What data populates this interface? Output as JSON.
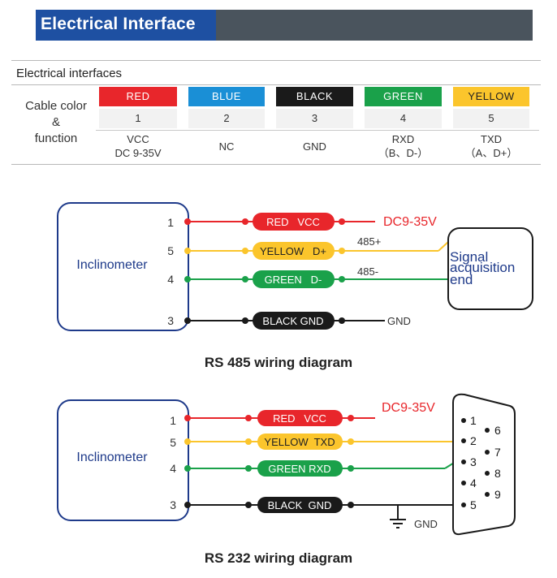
{
  "header": {
    "title": "Electrical Interface"
  },
  "table": {
    "title": "Electrical interfaces",
    "row_header": [
      "Cable color",
      "&",
      "function"
    ],
    "columns": [
      {
        "color_label": "RED",
        "bg": "#e8262b",
        "fg": "#ffffff",
        "number": "1",
        "function_line1": "VCC",
        "function_line2": "DC 9-35V"
      },
      {
        "color_label": "BLUE",
        "bg": "#1a8fd6",
        "fg": "#ffffff",
        "number": "2",
        "function_line1": "NC",
        "function_line2": ""
      },
      {
        "color_label": "BLACK",
        "bg": "#1a1a1a",
        "fg": "#ffffff",
        "number": "3",
        "function_line1": "GND",
        "function_line2": ""
      },
      {
        "color_label": "GREEN",
        "bg": "#1aa14a",
        "fg": "#ffffff",
        "number": "4",
        "function_line1": "RXD",
        "function_line2": "（B、D-）"
      },
      {
        "color_label": "YELLOW",
        "bg": "#fbc52c",
        "fg": "#222222",
        "number": "5",
        "function_line1": "TXD",
        "function_line2": "（A、D+）"
      }
    ]
  },
  "rs485": {
    "device_label": "Inclinometer",
    "pins": [
      "1",
      "5",
      "4",
      "3"
    ],
    "wires": [
      {
        "label": "RED   VCC",
        "color": "#e8262b",
        "text_color": "#ffffff"
      },
      {
        "label": "YELLOW   D+",
        "color": "#fbc52c",
        "text_color": "#222222"
      },
      {
        "label": "GREEN   D-",
        "color": "#1aa14a",
        "text_color": "#ffffff"
      },
      {
        "label": "BLACK GND",
        "color": "#1a1a1a",
        "text_color": "#ffffff"
      }
    ],
    "supply_label": "DC9-35V",
    "line_485_plus": "485+",
    "line_485_minus": "485-",
    "gnd_label": "GND",
    "target_label": [
      "Signal",
      "acquisition",
      "end"
    ],
    "caption": "RS 485 wiring diagram"
  },
  "rs232": {
    "device_label": "Inclinometer",
    "pins": [
      "1",
      "5",
      "4",
      "3"
    ],
    "wires": [
      {
        "label": "RED   VCC",
        "color": "#e8262b",
        "text_color": "#ffffff"
      },
      {
        "label": "YELLOW  TXD",
        "color": "#fbc52c",
        "text_color": "#222222"
      },
      {
        "label": "GREEN RXD",
        "color": "#1aa14a",
        "text_color": "#ffffff"
      },
      {
        "label": "BLACK  GND",
        "color": "#1a1a1a",
        "text_color": "#ffffff"
      }
    ],
    "supply_label": "DC9-35V",
    "gnd_label": "GND",
    "db9_pins_left": [
      "1",
      "2",
      "3",
      "4",
      "5"
    ],
    "db9_pins_right": [
      "6",
      "7",
      "8",
      "9"
    ],
    "caption": "RS 232 wiring diagram"
  },
  "colors": {
    "device_blue": "#1e3a8a",
    "label_red": "#e8262b"
  }
}
